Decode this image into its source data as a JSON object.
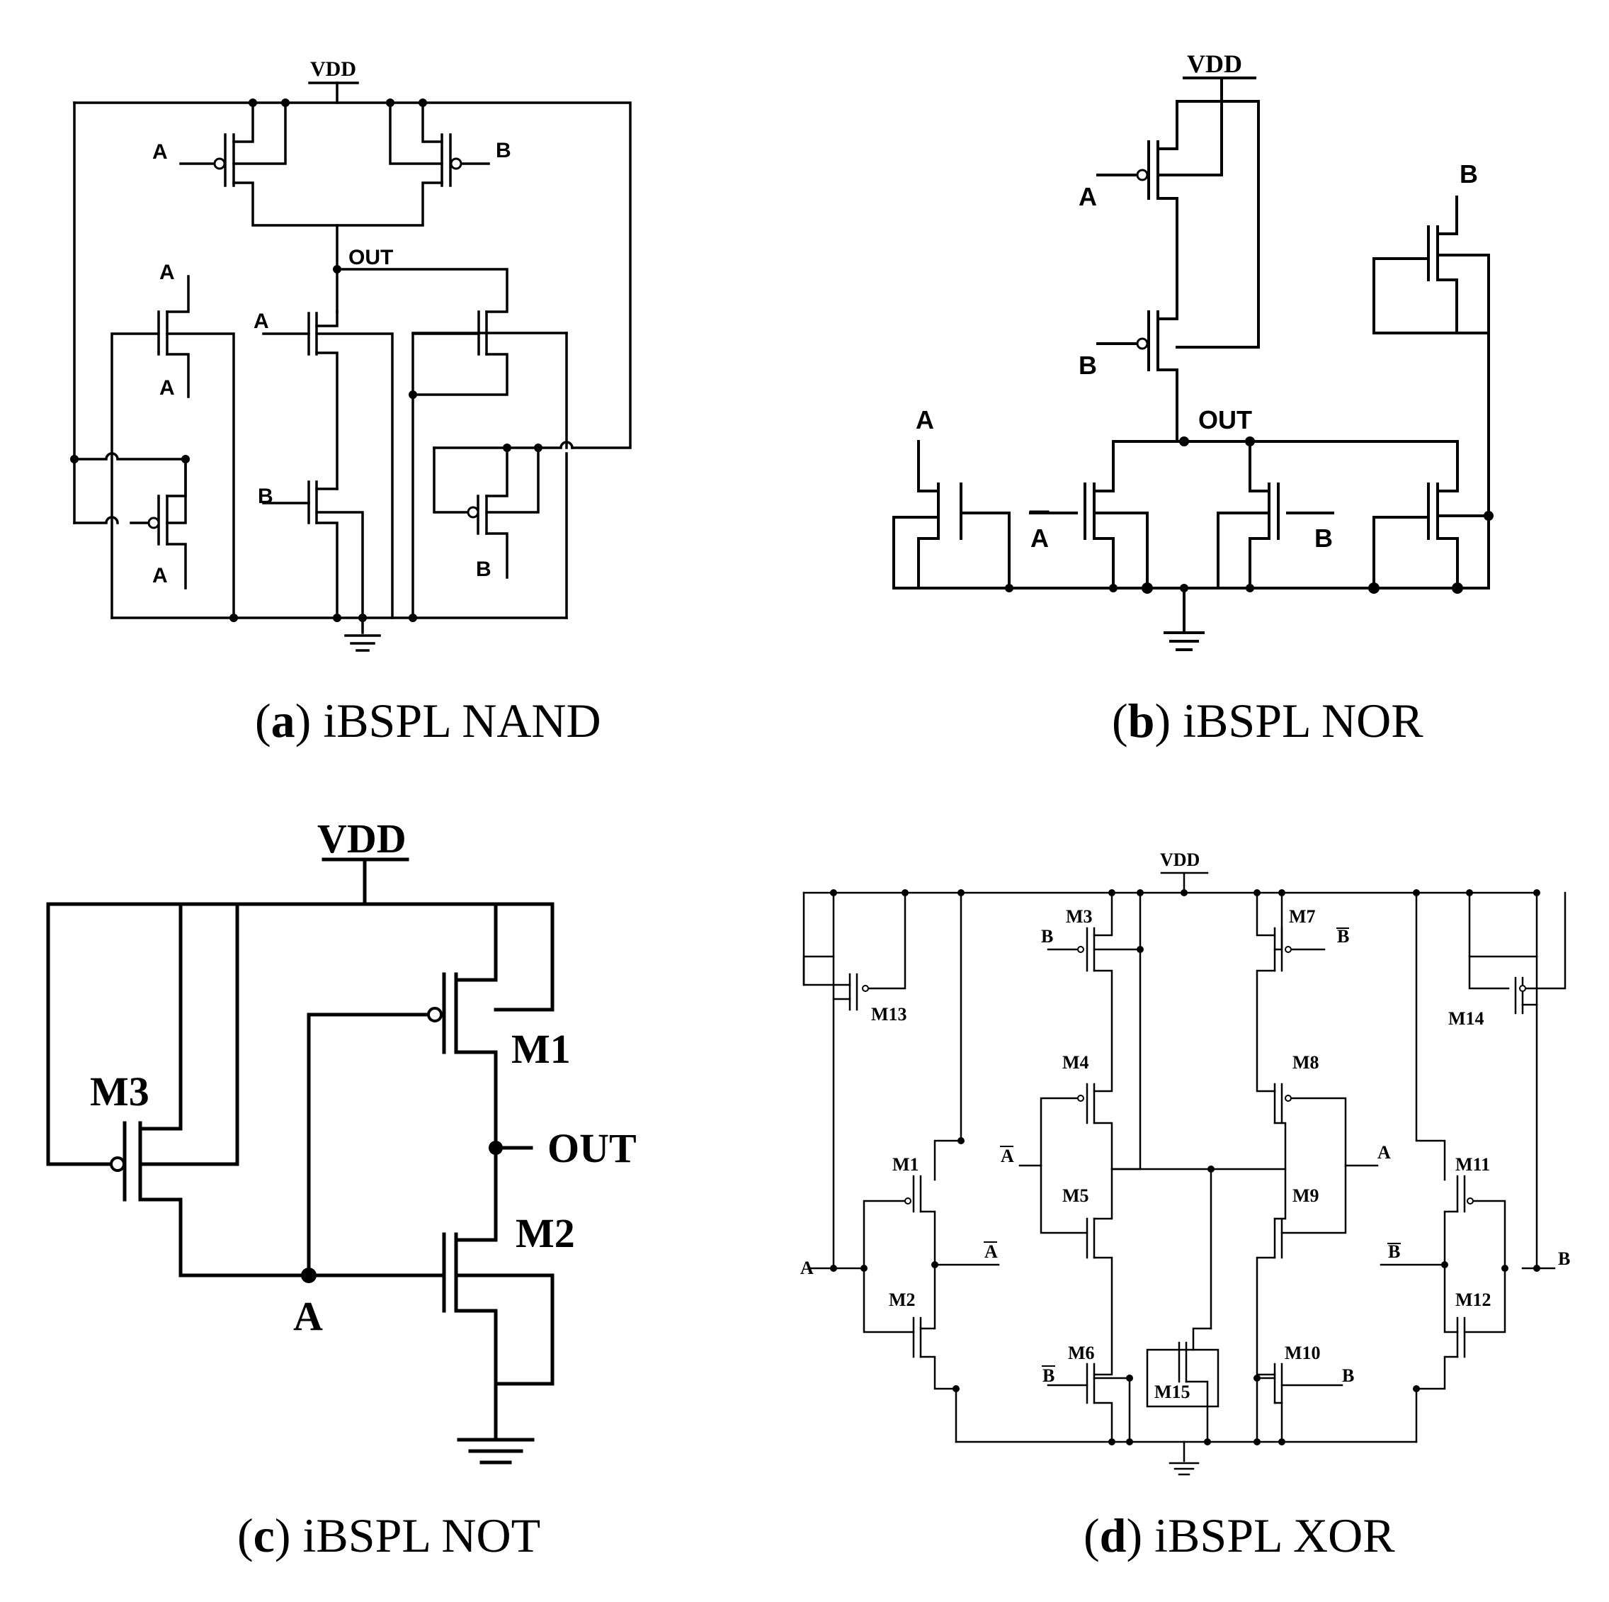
{
  "captions": {
    "a": {
      "letter": "a",
      "text": "iBSPL NAND"
    },
    "b": {
      "letter": "b",
      "text": "iBSPL NOR"
    },
    "c": {
      "letter": "c",
      "text": "iBSPL NOT"
    },
    "d": {
      "letter": "d",
      "text": "iBSPL XOR"
    }
  },
  "nand": {
    "vdd": "VDD",
    "out": "OUT",
    "pmos_a": "A",
    "pmos_b": "B",
    "left_top": "A",
    "left_mid": "A",
    "left_bot": "A",
    "nmos_a": "A",
    "nmos_b": "B",
    "right_bot": "B"
  },
  "nor": {
    "vdd": "VDD",
    "out": "OUT",
    "pmos_a": "A",
    "pmos_b": "B",
    "left_a": "A",
    "right_b": "B",
    "nmos_a": "A",
    "nmos_b": "B"
  },
  "not": {
    "vdd": "VDD",
    "out": "OUT",
    "in": "A",
    "m1": "M1",
    "m2": "M2",
    "m3": "M3"
  },
  "xor": {
    "vdd": "VDD",
    "transistors": [
      "M1",
      "M2",
      "M3",
      "M4",
      "M5",
      "M6",
      "M7",
      "M8",
      "M9",
      "M10",
      "M11",
      "M12",
      "M13",
      "M14",
      "M15"
    ],
    "in_a": "A",
    "in_b": "B",
    "a_bar": "A",
    "b_bar": "B",
    "a": "A",
    "b": "B"
  }
}
